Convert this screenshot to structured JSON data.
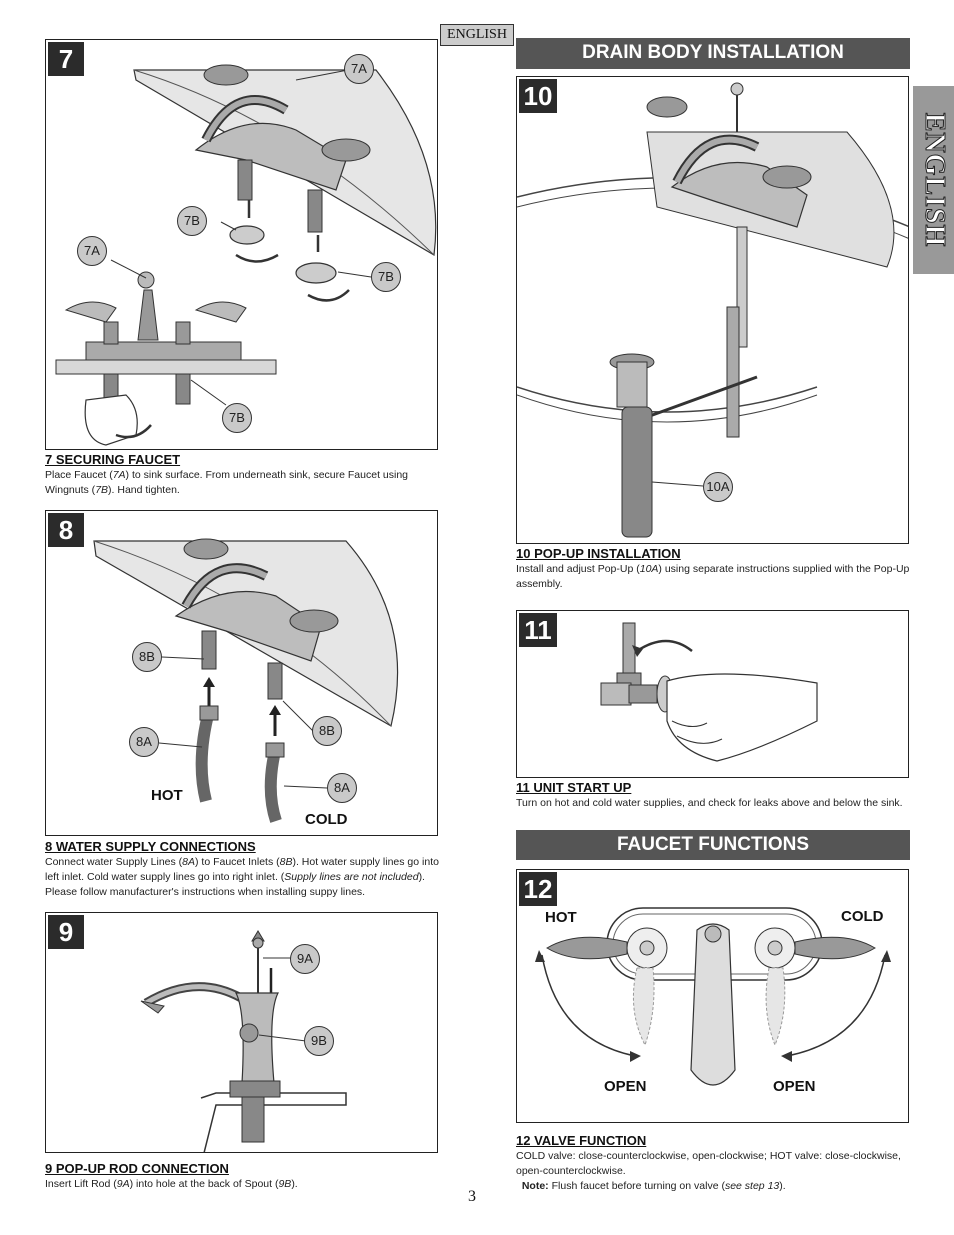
{
  "header": {
    "language_tab": "ENGLISH",
    "side_tab": "ENGLISH"
  },
  "sections": {
    "drain_body": "DRAIN BODY INSTALLATION",
    "faucet_functions": "FAUCET FUNCTIONS"
  },
  "steps": {
    "s7": {
      "number": "7",
      "callouts": [
        "7A",
        "7B",
        "7A",
        "7B",
        "7B"
      ],
      "title": "7  SECURING FAUCET",
      "text_1": "Place Faucet (",
      "ref_1": "7A",
      "text_2": ") to sink surface.  From underneath sink, secure Faucet using Wingnuts (",
      "ref_2": "7B",
      "text_3": ").  Hand tighten."
    },
    "s8": {
      "number": "8",
      "callouts": [
        "8B",
        "8A",
        "8B",
        "8A"
      ],
      "labels": {
        "hot": "HOT",
        "cold": "COLD"
      },
      "title": "8  WATER SUPPLY CONNECTIONS",
      "text_1": "Connect water Supply Lines (",
      "ref_1": "8A",
      "text_2": ") to Faucet Inlets (",
      "ref_2": "8B",
      "text_3": "). Hot water supply lines go into left inlet.  Cold water supply lines go into right inlet.  (",
      "ref_3": "Supply lines are not included",
      "text_4": "). Please follow manufacturer's instructions when installing suppy lines."
    },
    "s9": {
      "number": "9",
      "callouts": [
        "9A",
        "9B"
      ],
      "title": "9  POP-UP ROD CONNECTION",
      "text_1": "Insert Lift Rod (",
      "ref_1": "9A",
      "text_2": ") into hole at the back of Spout (",
      "ref_2": "9B",
      "text_3": ")."
    },
    "s10": {
      "number": "10",
      "callouts": [
        "10A"
      ],
      "title": "10  POP-UP INSTALLATION",
      "text_1": "Install and adjust Pop-Up (",
      "ref_1": "10A",
      "text_2": ") using separate instructions supplied with the Pop-Up assembly."
    },
    "s11": {
      "number": "11",
      "title": "11  UNIT START UP",
      "text": "Turn on hot and cold water supplies, and check for leaks above and below the sink."
    },
    "s12": {
      "number": "12",
      "labels": {
        "hot": "HOT",
        "cold": "COLD",
        "open_left": "OPEN",
        "open_right": "OPEN"
      },
      "title": "12  VALVE FUNCTION",
      "text": "COLD valve: close-counterclockwise, open-clockwise; HOT valve: close-clockwise, open-counterclockwise.",
      "note_label": "Note:",
      "note_text": " Flush faucet before turning on valve (",
      "note_ref": "see step 13",
      "note_end": ")."
    }
  },
  "footer": {
    "page_number": "3"
  }
}
